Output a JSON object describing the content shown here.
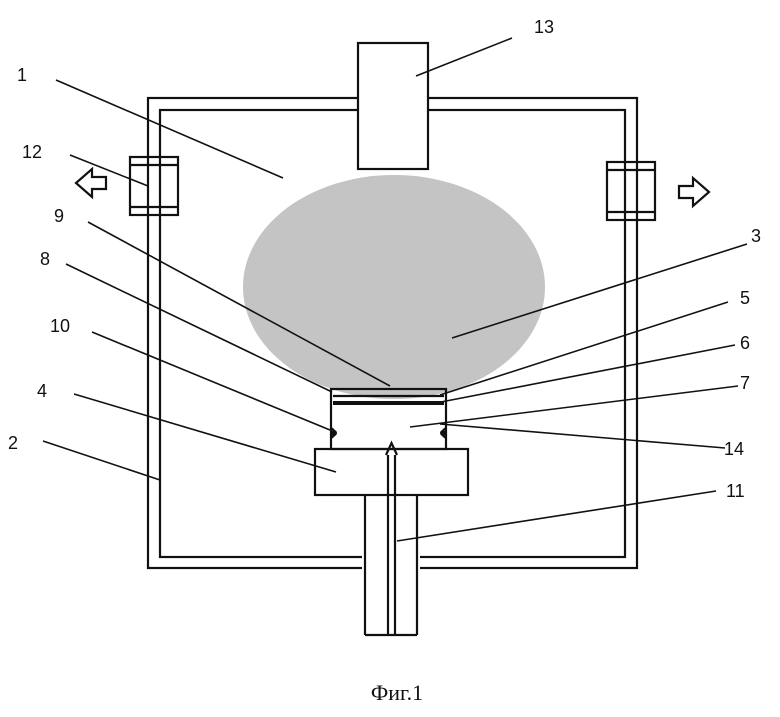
{
  "labels": {
    "l1": "1",
    "l2": "2",
    "l3": "3",
    "l4": "4",
    "l5": "5",
    "l6": "6",
    "l7": "7",
    "l8": "8",
    "l9": "9",
    "l10": "10",
    "l11": "11",
    "l12": "12",
    "l13": "13",
    "l14": "14"
  },
  "caption": "Фиг.1",
  "colors": {
    "line": "#111111",
    "plasma": "#b9b9b9"
  }
}
